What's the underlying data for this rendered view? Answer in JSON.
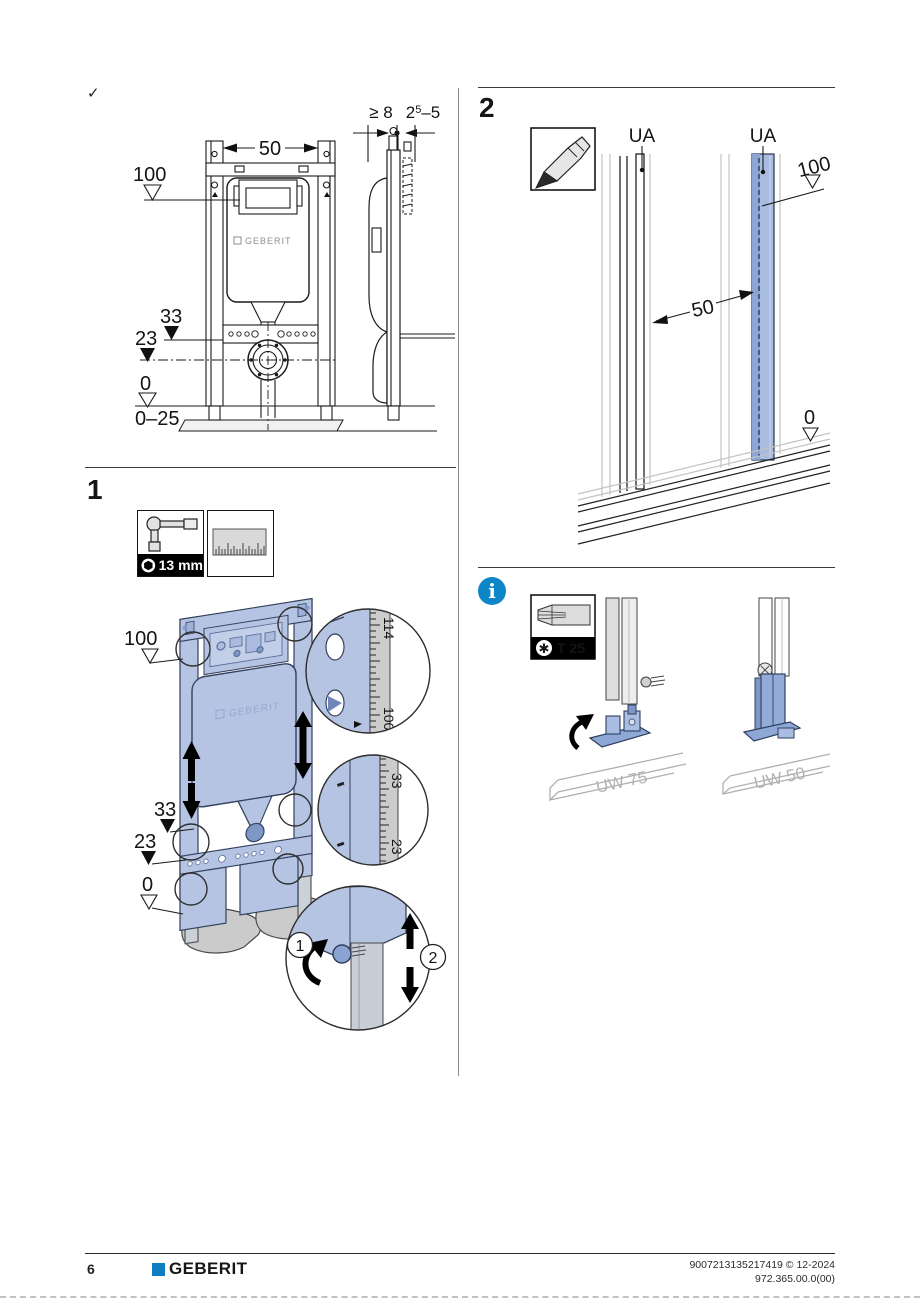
{
  "page": {
    "checkmark": "✓"
  },
  "colors": {
    "frame_blue": "#b6c4e4",
    "stud_blue": "#a8bce0",
    "geberit_blue": "#0e7dc2",
    "info_blue": "#0d86c7",
    "tape_gray": "#cccccc"
  },
  "overview": {
    "dim_width": "50",
    "dim_top": "100",
    "dim_33": "33",
    "dim_23": "23",
    "dim_zero": "0",
    "dim_floor": "0–25",
    "dim_depth": "≥ 8",
    "dim_plate_a": "2",
    "dim_plate_sup": "5",
    "dim_plate_b": "–5",
    "brand": "GEBERIT"
  },
  "step1": {
    "number": "1",
    "tool_socket_size": "13 mm",
    "tool_ruler": "ruler",
    "dim_top": "100",
    "dim_33": "33",
    "dim_23": "23",
    "dim_zero": "0",
    "tape_114": "114",
    "tape_100": "100",
    "tape_33": "33",
    "tape_23": "23",
    "callout_1": "1",
    "callout_2": "2",
    "brand": "GEBERIT"
  },
  "step2": {
    "number": "2",
    "ua_left": "UA",
    "ua_right": "UA",
    "dim_top": "100",
    "dim_width": "50",
    "dim_zero": "0"
  },
  "info": {
    "tool_torx": "T 25",
    "profile_left": "UW 75",
    "profile_right": "UW 50"
  },
  "footer": {
    "page_number": "6",
    "brand": "GEBERIT",
    "code_line1": "9007213135217419 © 12-2024",
    "code_line2": "972.365.00.0(00)"
  }
}
